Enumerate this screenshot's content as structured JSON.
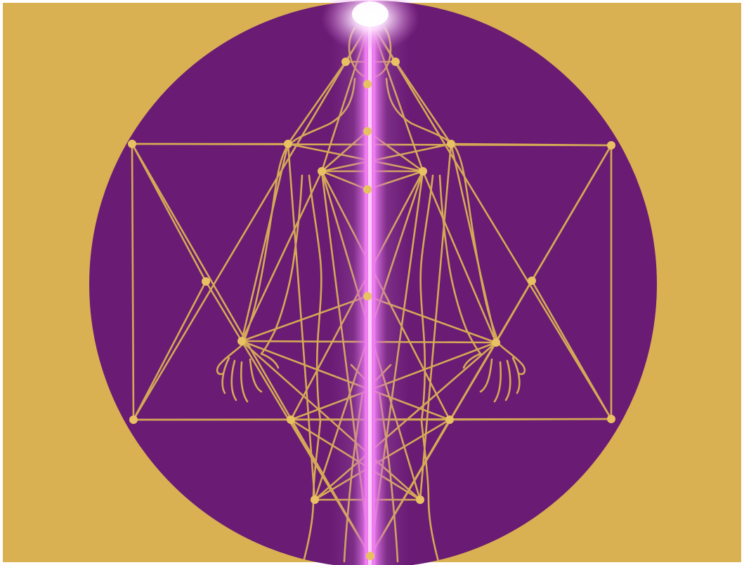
{
  "artwork": {
    "colors": {
      "background": "#D9B052",
      "circle": "#6A1B74",
      "lines": "#D4A956",
      "beam": "#F07BF0",
      "beam_core": "#FFD2FF",
      "glow": "#FFFFFF"
    },
    "elements": [
      "sacred-geometry-circle",
      "hexagram-frame",
      "human-figure-outline",
      "central-light-beam",
      "golden-node-points"
    ]
  }
}
